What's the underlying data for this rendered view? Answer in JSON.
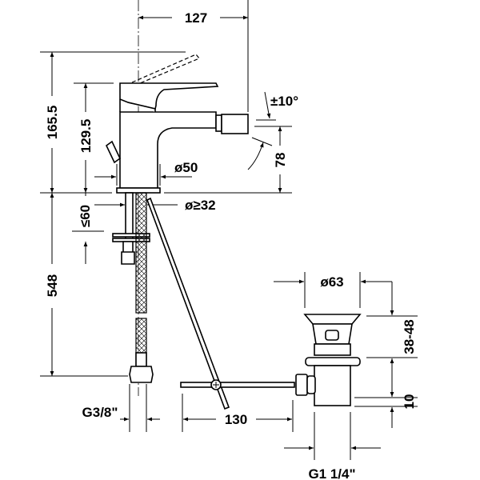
{
  "drawing": {
    "dimensions": {
      "spout_reach": "127",
      "total_height_lever_open": "165.5",
      "height_lever": "129.5",
      "spray_angle": "±10°",
      "spout_height": "78",
      "body_diameter": "ø50",
      "hole_diameter": "ø≥32",
      "max_deck_thickness": "≤60",
      "hose_length": "548",
      "drain_diameter": "ø63",
      "drain_range": "38-48",
      "drain_offset": "10",
      "hose_thread": "G3/8\"",
      "rod_offset": "130",
      "drain_thread": "G1 1/4\""
    }
  }
}
